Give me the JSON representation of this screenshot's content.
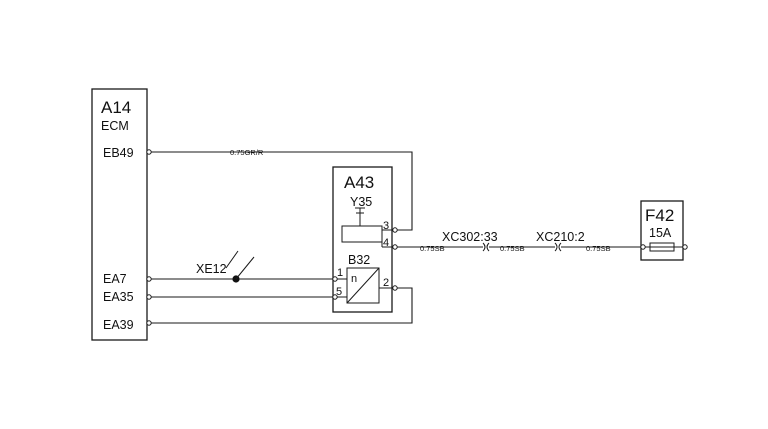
{
  "modules": {
    "ecm": {
      "id": "A14",
      "name": "ECM"
    },
    "a43": {
      "id": "A43"
    },
    "y35": {
      "id": "Y35"
    },
    "b32": {
      "id": "B32",
      "symbol": "n"
    },
    "fuse": {
      "id": "F42",
      "rating": "15A"
    }
  },
  "ecm_pins": [
    "EB49",
    "EA7",
    "EA35",
    "EA39"
  ],
  "a43_pins": [
    "3",
    "4",
    "1",
    "5",
    "2"
  ],
  "wires": {
    "eb49": "0.75GR/R",
    "sb1": "0.75SB",
    "sb2": "0.75SB",
    "sb3": "0.75SB"
  },
  "connectors": {
    "xc302": "XC302:33",
    "xc210": "XC210:2",
    "xe12": "XE12"
  }
}
